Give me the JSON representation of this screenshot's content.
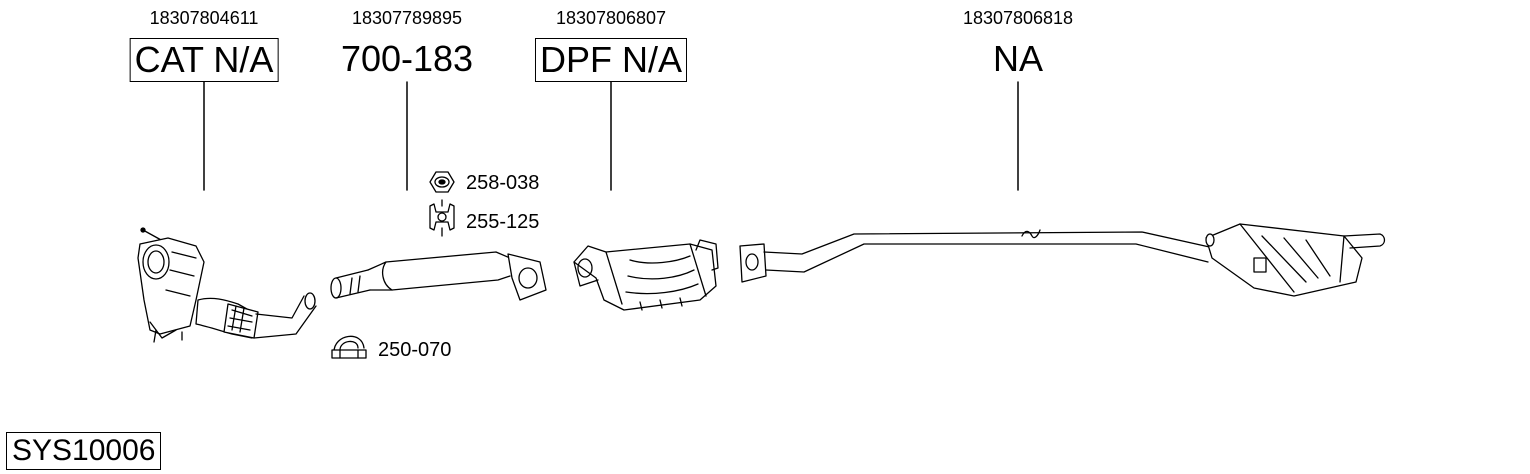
{
  "columns": [
    {
      "oem": "18307804611",
      "part": "CAT N/A",
      "boxed": true
    },
    {
      "oem": "18307789895",
      "part": "700-183",
      "boxed": false
    },
    {
      "oem": "18307806807",
      "part": "DPF N/A",
      "boxed": true
    },
    {
      "oem": "18307806818",
      "part": "NA",
      "boxed": false
    }
  ],
  "accessories": [
    {
      "code": "258-038",
      "icon": "nut-icon"
    },
    {
      "code": "255-125",
      "icon": "rubber-hanger-icon"
    },
    {
      "code": "250-070",
      "icon": "clamp-icon"
    }
  ],
  "system_code": "SYS10006"
}
